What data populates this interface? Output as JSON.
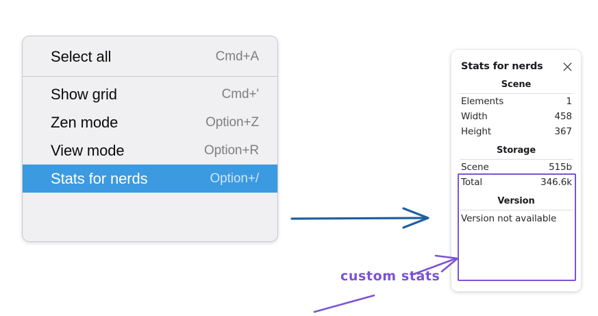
{
  "colors": {
    "menu_background": "#f0f0f2",
    "menu_border": "#c3c7cd",
    "menu_highlight": "#3b9ae0",
    "annotation_purple": "#7a52d6",
    "arrow_blue": "#1f5fa0",
    "panel_background": "#ffffff",
    "page_background": "#ffffff"
  },
  "context_menu": {
    "groups": [
      {
        "items": [
          {
            "label": "Select all",
            "shortcut": "Cmd+A",
            "selected": false
          }
        ]
      },
      {
        "items": [
          {
            "label": "Show grid",
            "shortcut": "Cmd+'",
            "selected": false
          },
          {
            "label": "Zen mode",
            "shortcut": "Option+Z",
            "selected": false
          },
          {
            "label": "View mode",
            "shortcut": "Option+R",
            "selected": false
          },
          {
            "label": "Stats for nerds",
            "shortcut": "Option+/",
            "selected": true
          }
        ]
      }
    ]
  },
  "stats_panel": {
    "title": "Stats for nerds",
    "close_icon": "close-icon",
    "sections": [
      {
        "title": "Scene",
        "rows": [
          {
            "key": "Elements",
            "value": "1"
          },
          {
            "key": "Width",
            "value": "458"
          },
          {
            "key": "Height",
            "value": "367"
          }
        ]
      },
      {
        "title": "Storage",
        "rows": [
          {
            "key": "Scene",
            "value": "515b"
          },
          {
            "key": "Total",
            "value": "346.6k"
          }
        ]
      },
      {
        "title": "Version",
        "note": "Version not available"
      }
    ]
  },
  "annotations": {
    "label": "custom stats",
    "blue_arrow_name": "menu-to-panel-arrow",
    "purple_arrow_name": "custom-stats-pointer-arrow",
    "purple_stroke_name": "custom-stats-underline-stroke"
  }
}
